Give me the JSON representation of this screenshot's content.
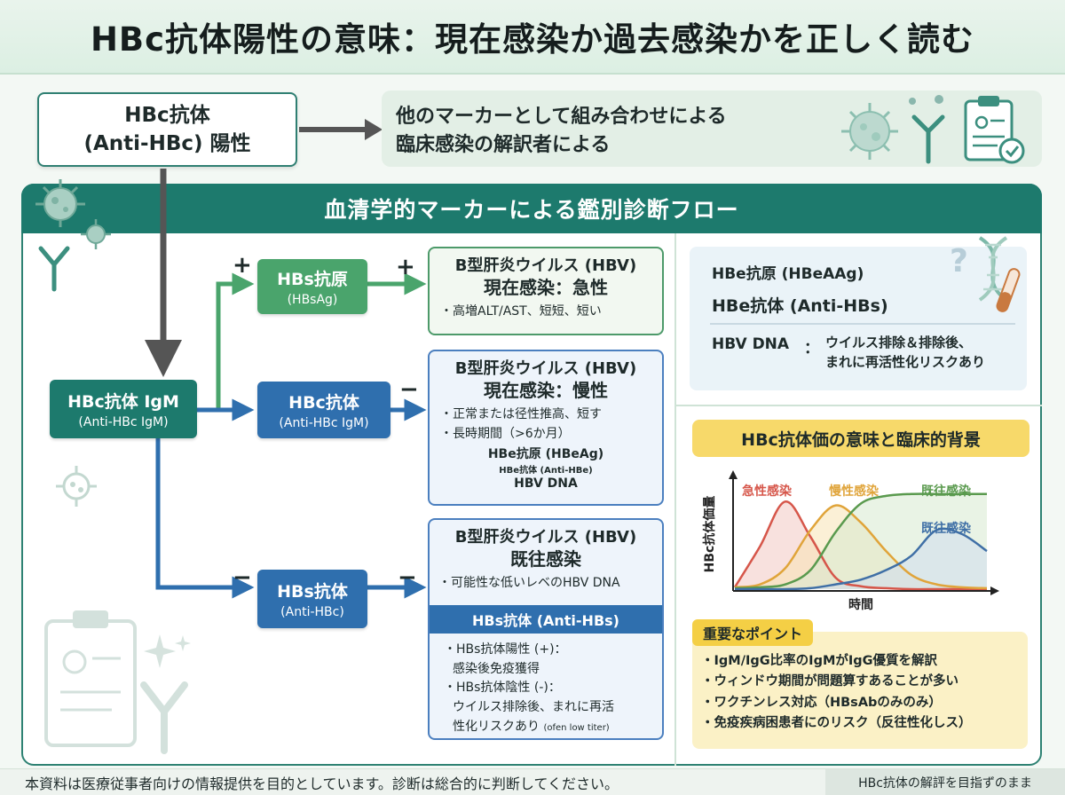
{
  "title": "HBc抗体陽性の意味：現在感染か過去感染かを正しく読む",
  "top": {
    "box_line1": "HBc抗体",
    "box_line2": "(Anti-HBc) 陽性",
    "note_line1": "他のマーカーとして組み合わせによる",
    "note_line2": "臨床感染の解訳者による"
  },
  "flow": {
    "header": "血清学的マーカーによる鑑別診断フロー",
    "igm_node": {
      "label": "HBc抗体 IgM",
      "sub": "(Anti-HBc IgM)"
    },
    "hbsag_node": {
      "label": "HBs抗原",
      "sub": "(HBsAg)"
    },
    "hbc_node": {
      "label": "HBc抗体",
      "sub": "(Anti-HBc IgM)"
    },
    "hbs_ab_node": {
      "label": "HBs抗体",
      "sub": "(Anti-HBc)"
    },
    "signs": {
      "plus_1": "+",
      "plus_2": "+",
      "minus_1": "−",
      "minus_2": "−",
      "minus_3": "−"
    },
    "acute": {
      "title1": "B型肝炎ウイルス (HBV)",
      "title2": "現在感染：急性",
      "bullet": "・高増ALT/AST、短短、短い"
    },
    "chronic": {
      "title1": "B型肝炎ウイルス (HBV)",
      "title2": "現在感染：慢性",
      "bullet1": "・正常または径性推高、短す",
      "bullet2": "・長時期間（>6か月）",
      "marker1": "HBe抗原 (HBeAg)",
      "marker2": "HBe抗体 (Anti-HBe)",
      "marker3": "HBV DNA"
    },
    "past": {
      "title1": "B型肝炎ウイルス (HBV)",
      "title2": "既往感染",
      "bullet": "・可能性な低いレベのHBV DNA",
      "band": "HBs抗体 (Anti-HBs)",
      "b1": "・HBs抗体陽性 (+)：",
      "b1b": "感染後免疫獲得",
      "b2": "・HBs抗体陰性 (-)：",
      "b2b": "ウイルス排除後、まれに再活",
      "b2c": "性化リスクあり",
      "b2c_small": "(ofen low titer)"
    }
  },
  "hbe": {
    "line1": "HBe抗原 (HBeAAg)",
    "line2": "HBe抗体 (Anti-HBs)",
    "dna_label": "HBV DNA",
    "dna_colon": "：",
    "dna_text1": "ウイルス排除＆排除後、",
    "dna_text2": "まれに再活性化リスクあり"
  },
  "titer": {
    "title": "HBc抗体価の意味と臨床的背景",
    "ylabel": "HBc抗体価量",
    "xlabel": "時間"
  },
  "chart_data": {
    "type": "line",
    "title": "HBc抗体価の意味と臨床的背景",
    "xlabel": "時間",
    "ylabel": "HBc抗体価量",
    "x": [
      0,
      1,
      2,
      3,
      4,
      5,
      6,
      7,
      8,
      9,
      10
    ],
    "series": [
      {
        "name": "急性感染",
        "color": "#d6564a",
        "fill": "#f3c9c2",
        "values": [
          0.02,
          0.45,
          0.92,
          0.55,
          0.12,
          0.03,
          0.01,
          0,
          0,
          0,
          0
        ]
      },
      {
        "name": "慢性感染",
        "color": "#e0a43a",
        "fill": "#f8e3b4",
        "values": [
          0.02,
          0.05,
          0.22,
          0.62,
          0.88,
          0.7,
          0.4,
          0.15,
          0.05,
          0.02,
          0.01
        ]
      },
      {
        "name": "既往感染",
        "color": "#5a9a4e",
        "fill": "#d7ead0",
        "values": [
          0.01,
          0.02,
          0.05,
          0.2,
          0.6,
          0.9,
          0.98,
          1,
          1,
          1,
          1
        ]
      },
      {
        "name": "既往感染",
        "color": "#3f6fa6",
        "fill": "#cfdcef",
        "values": [
          0,
          0,
          0,
          0.01,
          0.05,
          0.1,
          0.2,
          0.35,
          0.62,
          0.58,
          0.4
        ]
      }
    ],
    "ylim": [
      0,
      1.1
    ],
    "grid": false,
    "legend": "labels-in-plot"
  },
  "points": {
    "head": "重要なポイント",
    "items": [
      "・IgM/IgG比率のIgMがIgG優質を解訳",
      "・ウィンドウ期間が問題算すあることが多い",
      "・ワクチンレス対応（HBsAbのみのみ）",
      "・免疫疾病困患者にのリスク（反往性化しス）"
    ]
  },
  "footer": {
    "left": "本資料は医療従事者向けの情報提供を目的としています。診断は総合的に判断してください。",
    "right": "HBc抗体の解評を目指ずのまま"
  },
  "icons": [
    "virus-icon",
    "antibody-icon",
    "clipboard-icon",
    "dna-icon",
    "question-icon",
    "test-tube-icon",
    "sparkle-icon"
  ]
}
